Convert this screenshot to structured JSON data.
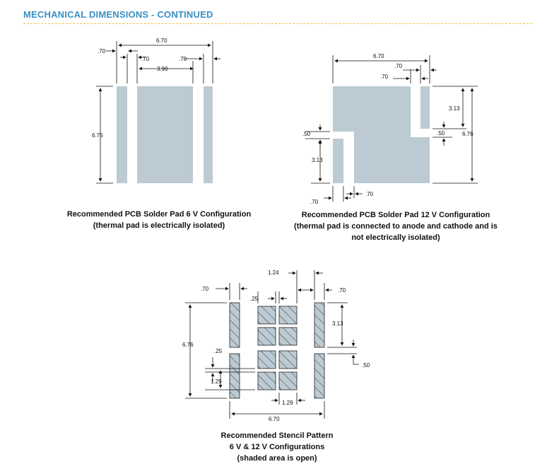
{
  "header": {
    "title": "MECHANICAL DIMENSIONS - CONTINUED"
  },
  "colors": {
    "pad": "#bccad3",
    "accent": "#3a8fc4",
    "rule": "#f0c040"
  },
  "diagram1": {
    "dims": {
      "total_width": "6.70",
      "left_pad": ".70",
      "gap": ".70",
      "center_pad": "3.90",
      "right_pad": ".70",
      "height": "6.76"
    },
    "caption": {
      "line1": "Recommended PCB Solder Pad 6 V Configuration",
      "line2": "(thermal pad is electrically isolated)"
    }
  },
  "diagram2": {
    "dims": {
      "total_width": "6.70",
      "top_gap": ".70",
      "top_pad": ".70",
      "top_height": "3.13",
      "right_gap": ".50",
      "height": "6.76",
      "left_gap": ".50",
      "left_height": "3.13",
      "bottom_left": ".70",
      "bottom_right": ".70"
    },
    "caption": {
      "line1": "Recommended PCB Solder Pad 12 V Configuration",
      "line2": "(thermal pad is connected to anode and cathode and is",
      "line3": "not electrically isolated)"
    }
  },
  "diagram3": {
    "dims": {
      "top_span": "1.24",
      "left_pad": ".70",
      "right_pad": ".70",
      "gap_small": ".25",
      "height": "6.76",
      "right_height": "3.13",
      "right_gap": ".50",
      "left_gap": ".25",
      "left_height": "1.29",
      "bottom_span": "1.29",
      "total_width": "6.70"
    },
    "caption": {
      "line1": "Recommended Stencil Pattern",
      "line2": "6 V & 12 V Configurations",
      "line3": "(shaded area is open)"
    }
  }
}
